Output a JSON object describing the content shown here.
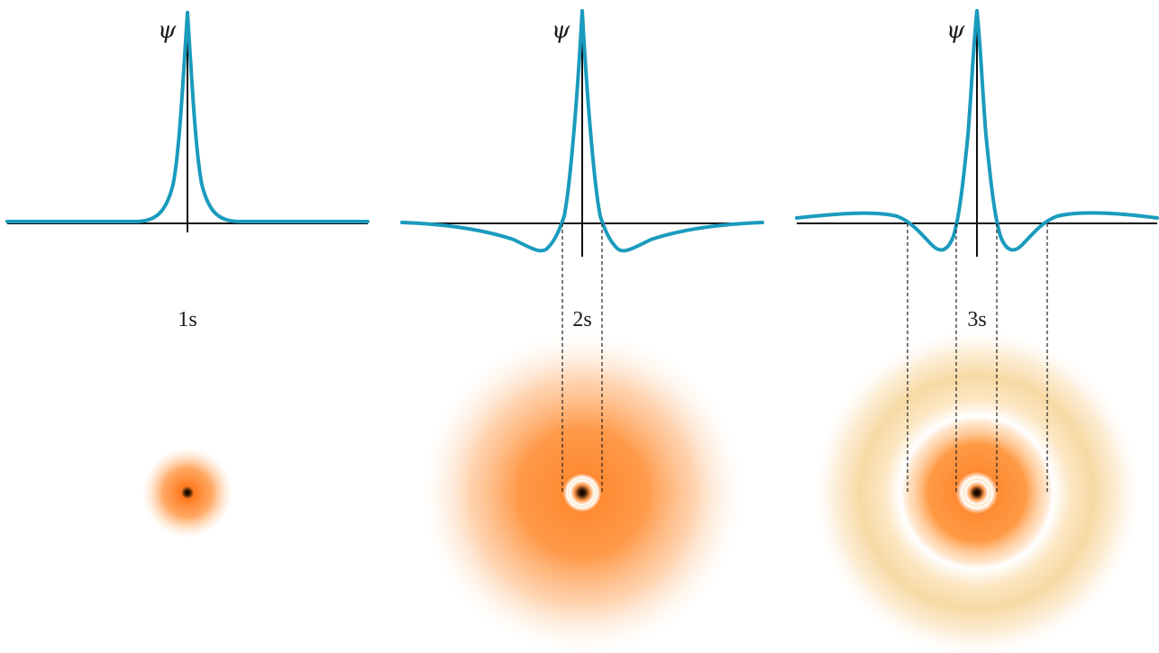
{
  "colors": {
    "curve": "#1a9bbd",
    "axis": "#111111",
    "density_dense": "#ff8a33",
    "density_faint": "#f6dca8",
    "nucleus": "#000000",
    "background": "#ffffff"
  },
  "panels": [
    {
      "orbital": "1s",
      "axis_symbol": "ψ",
      "radial_nodes": 0,
      "wavefunction_shape": "single central peak decaying to zero"
    },
    {
      "orbital": "2s",
      "axis_symbol": "ψ",
      "radial_nodes": 1,
      "wavefunction_shape": "central peak, one negative lobe on each side"
    },
    {
      "orbital": "3s",
      "axis_symbol": "ψ",
      "radial_nodes": 2,
      "wavefunction_shape": "central peak, negative lobe, then positive outer lobe"
    }
  ]
}
